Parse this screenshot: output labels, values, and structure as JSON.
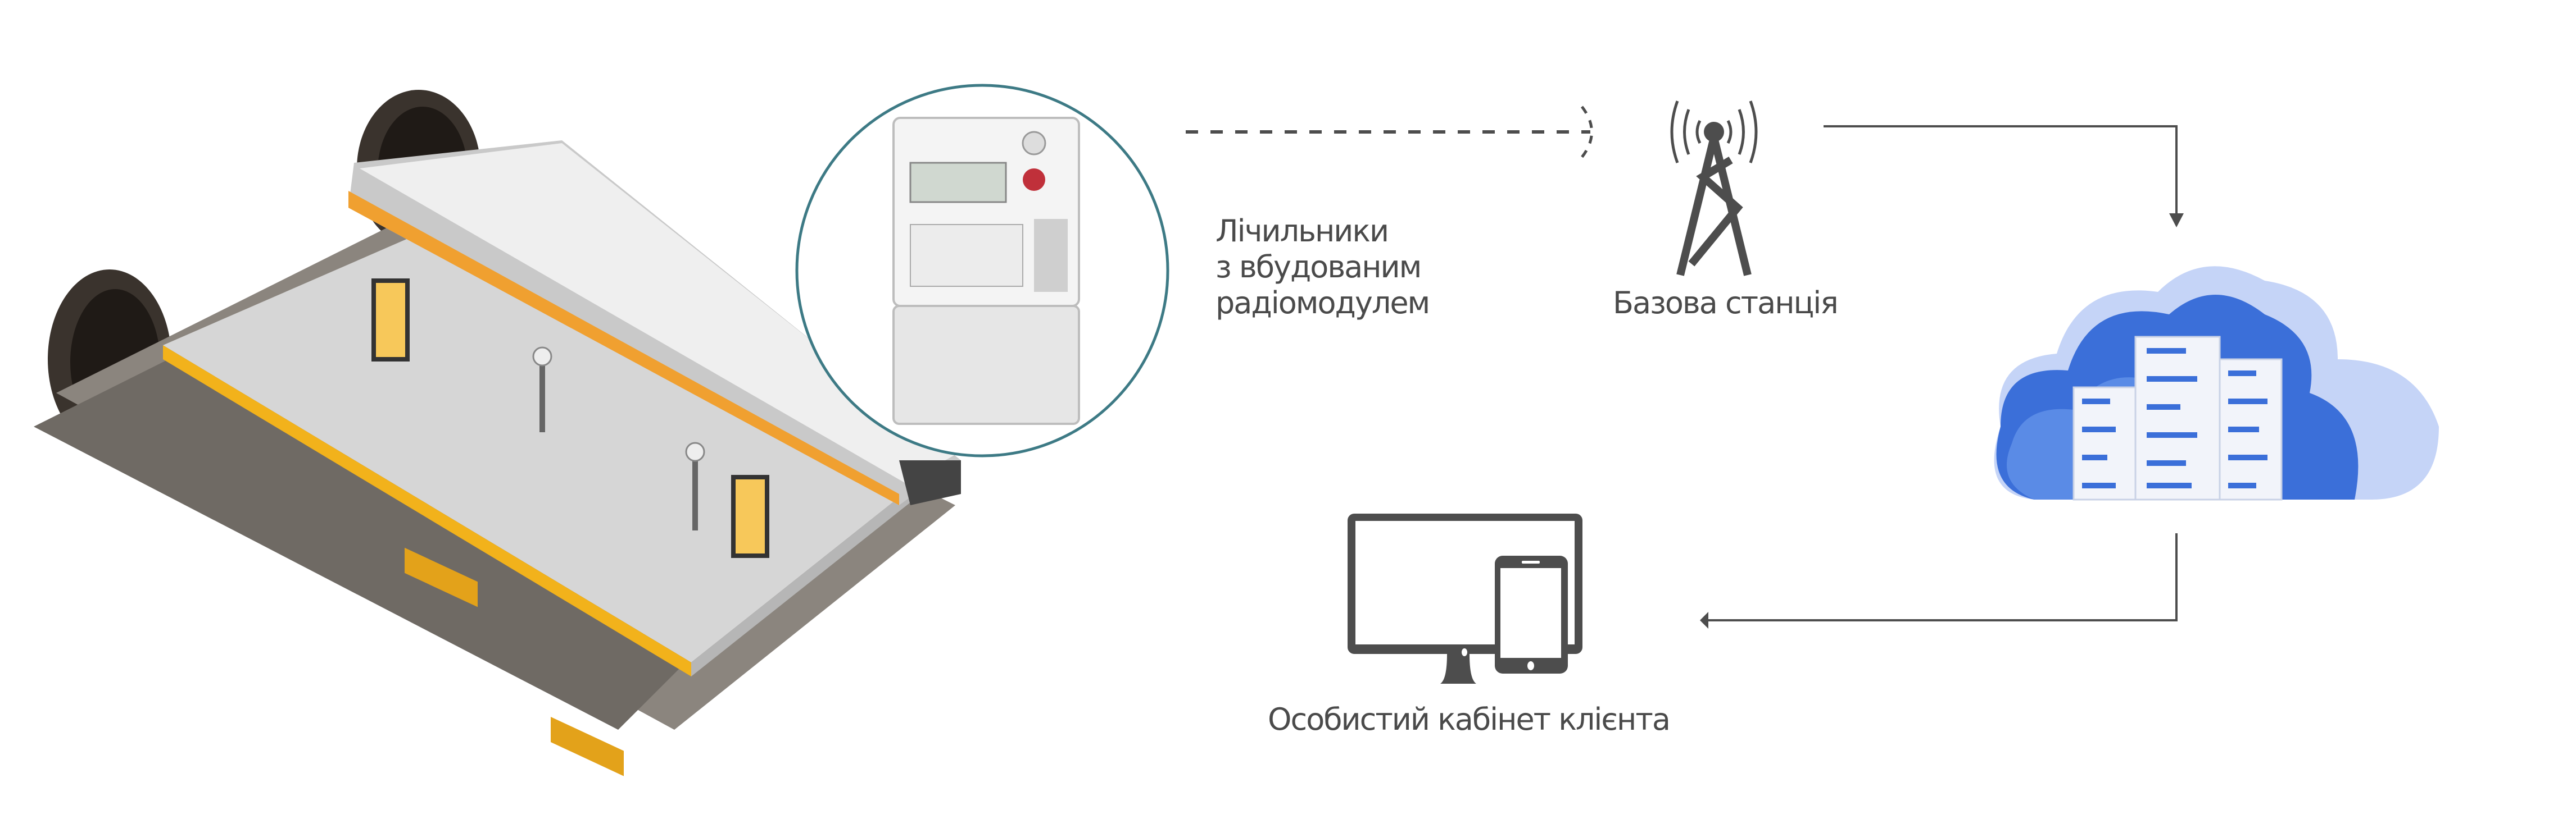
{
  "labels": {
    "meters": [
      "Лічильники",
      "з вбудованим",
      "радіомодулем"
    ],
    "base_station": "Базова станція",
    "client_cabinet": "Особистий кабінет клієнта"
  },
  "colors": {
    "icon": "#4d4d4d",
    "circle": "#3d7a85",
    "cloud_dark": "#3b6fd9",
    "cloud_light": "#c5d4f7",
    "platform_edge": "#f2b21b"
  }
}
